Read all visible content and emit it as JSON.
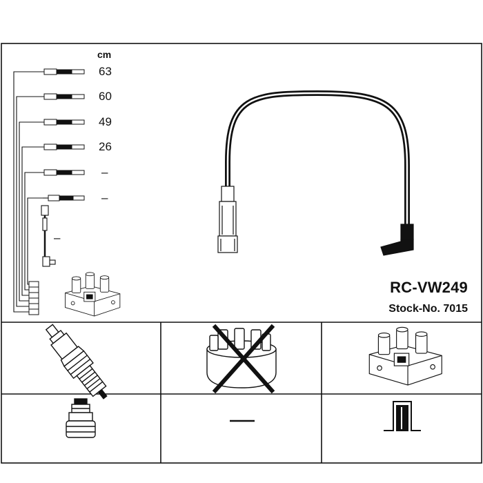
{
  "header": {
    "unit_label": "cm"
  },
  "cable_set": {
    "lengths": [
      {
        "label": "63"
      },
      {
        "label": "60"
      },
      {
        "label": "49"
      },
      {
        "label": "26"
      },
      {
        "label": "–"
      },
      {
        "label": "–"
      }
    ],
    "coil_lead_label": "–"
  },
  "product": {
    "model": "RC-VW249",
    "stock_number": "Stock-No. 7015"
  },
  "components": {
    "distributor_cap_status": "not included",
    "rotor_placeholder": "—"
  }
}
